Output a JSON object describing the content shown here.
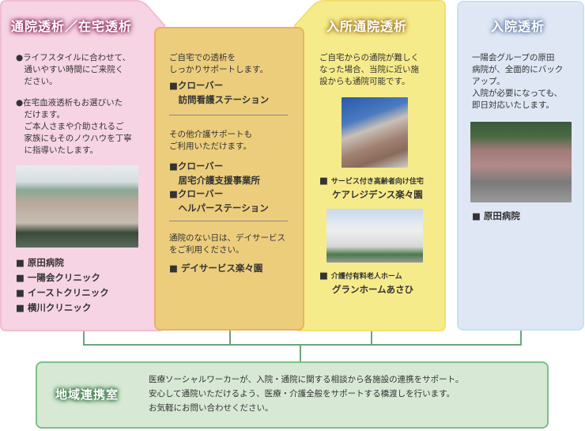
{
  "colors": {
    "pink": "#f6d4e3",
    "orange": "#eccd7c",
    "yellow": "#f6eb8a",
    "blue": "#dfe7f5",
    "green": "#d7e9d5",
    "connector": "#6aa67a"
  },
  "outpatient": {
    "title": "通院透析／在宅透析",
    "bullet1": "●ライフスタイルに合わせて、\n　通いやすい時間にご来院く\n　ださい。",
    "bullet2": "●在宅血液透析もお選びいた\n　だけます。\n　ご本人さまや介助されるご\n　家族にもそのノウハウを丁寧\n　に指導いたします。",
    "facilities": [
      "■ 原田病院",
      "■ 一陽会クリニック",
      "■ イーストクリニック",
      "■ 横川クリニック"
    ]
  },
  "home_support": {
    "intro1": "ご自宅での透析を\nしっかりサポートします。",
    "facility1": "■クローバー\n　訪問看護ステーション",
    "intro2": "その他介護サポートも\nご利用いただけます。",
    "facility2": "■クローバー\n　居宅介護支援事業所",
    "facility3": "■クローバー\n　ヘルパーステーション",
    "intro3": "通院のない日は、デイサービス\nをご利用ください。",
    "facility4": "■ デイサービス楽々園"
  },
  "residential": {
    "title": "入所通院透析",
    "text": "ご自宅からの通院が難しく\nなった場合、当院に近い施\n設からも通院可能です。",
    "facility1_type": "サービス付き高齢者向け住宅",
    "facility1_name": "ケアレジデンス楽々園",
    "facility2_type": "介護付有料老人ホーム",
    "facility2_name": "グランホームあさひ",
    "marker": "■"
  },
  "inpatient": {
    "title": "入院透析",
    "text": "一陽会グループの原田\n病院が、全面的にバック\nアップ。\n入院が必要になっても、\n即日対応いたします。",
    "facility": "■ 原田病院"
  },
  "liaison": {
    "title": "地域連携室",
    "text": "医療ソーシャルワーカーが、入院・通院に関する相談から各施設の連携をサポート。\n安心して通院いただけるよう、医療・介護全般をサポートする橋渡しを行います。\nお気軽にお問い合わせください。"
  }
}
